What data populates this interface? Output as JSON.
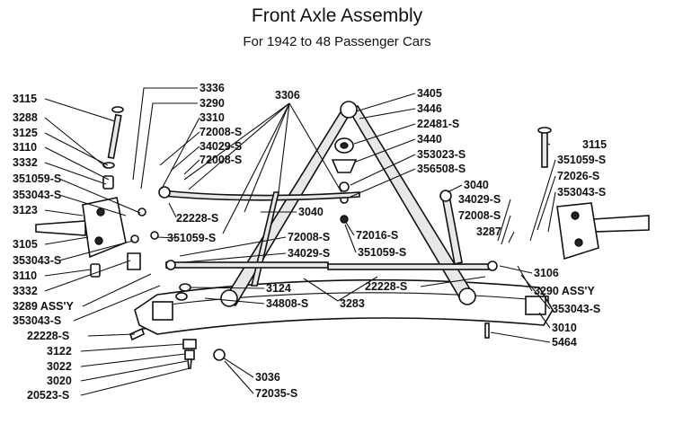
{
  "title": "Front Axle Assembly",
  "subtitle": "For 1942 to 48 Passenger Cars",
  "labels": [
    "3115",
    "3288",
    "3125",
    "3110",
    "3332",
    "351059-S",
    "353043-S",
    "3123",
    "3105",
    "353043-S",
    "3110",
    "3332",
    "3289 ASS'Y",
    "353043-S",
    "22228-S",
    "3122",
    "3022",
    "3020",
    "20523-S",
    "3336",
    "3290",
    "3310",
    "72008-S",
    "34029-S",
    "72008-S",
    "3306",
    "22228-S",
    "351059-S",
    "3405",
    "3446",
    "22481-S",
    "3440",
    "353023-S",
    "356508-S",
    "3040",
    "72016-S",
    "351059-S",
    "72008-S",
    "34029-S",
    "3124",
    "34808-S",
    "3283",
    "22228-S",
    "3036",
    "72035-S",
    "3115",
    "351059-S",
    "72026-S",
    "353043-S",
    "3040",
    "34029-S",
    "72008-S",
    "3287",
    "3106",
    "3290 ASS'Y",
    "353043-S",
    "3010",
    "5464"
  ]
}
